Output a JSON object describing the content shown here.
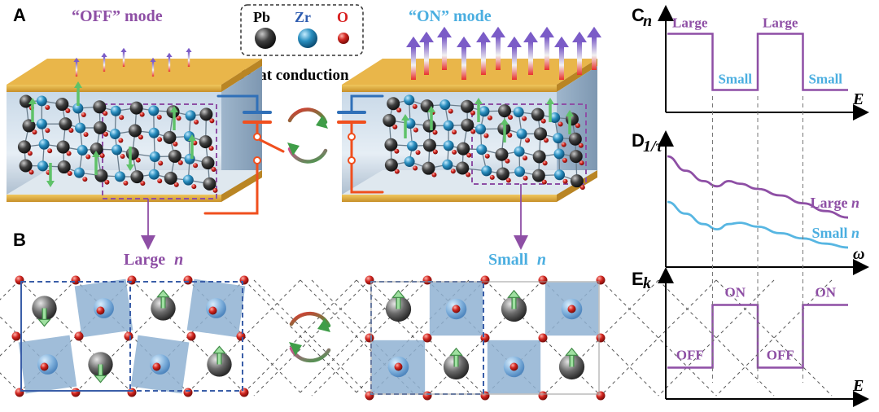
{
  "panels": {
    "A": "A",
    "B": "B",
    "C": "C",
    "D": "D",
    "E": "E"
  },
  "modes": {
    "off": "“OFF” mode",
    "on": "“ON” mode"
  },
  "legend": {
    "pb": "Pb",
    "zr": "Zr",
    "o": "O"
  },
  "heat_conduction": "Heat conduction",
  "large_n": {
    "word": "Large",
    "sym": "n"
  },
  "small_n": {
    "word": "Small",
    "sym": "n"
  },
  "colors": {
    "purple": "#8e4fa5",
    "blue_text": "#4aaee0",
    "cyan_curve": "#57b6e2",
    "red_arrow": "#e03530",
    "green_arrow": "#3f9d48",
    "gold_plate": "#d9a332",
    "cell_blue": "#8fb2d2",
    "dash_blue": "#3a5ea8",
    "wire_blue": "#3070b8",
    "wire_orange": "#f04f1e"
  },
  "chart_data": [
    {
      "panel": "C",
      "type": "line",
      "ylabel": "n",
      "xlabel": "E",
      "x": [
        0,
        1,
        1,
        2,
        2,
        3,
        3,
        4
      ],
      "values": [
        1,
        1,
        0,
        0,
        1,
        1,
        0,
        0
      ],
      "ylim": [
        -0.4,
        1.4
      ],
      "annotations": [
        "Large",
        "Small",
        "Large",
        "Small"
      ]
    },
    {
      "panel": "D",
      "type": "line",
      "ylabel": "1/τ",
      "xlabel": "ω",
      "x": [
        0,
        0.2,
        0.4,
        0.55,
        0.68,
        0.8,
        1.0,
        1.25,
        1.5,
        1.75,
        2.0
      ],
      "series": [
        {
          "name": "Large n",
          "values": [
            0.85,
            0.74,
            0.66,
            0.62,
            0.66,
            0.64,
            0.6,
            0.55,
            0.49,
            0.43,
            0.38
          ]
        },
        {
          "name": "Small n",
          "values": [
            0.5,
            0.41,
            0.33,
            0.29,
            0.33,
            0.34,
            0.31,
            0.26,
            0.22,
            0.18,
            0.15
          ]
        }
      ],
      "ylim": [
        0,
        1
      ]
    },
    {
      "panel": "E",
      "type": "line",
      "ylabel": "k",
      "xlabel": "E",
      "x": [
        0,
        1,
        1,
        2,
        2,
        3,
        3,
        4
      ],
      "values": [
        0,
        0,
        1,
        1,
        0,
        0,
        1,
        1
      ],
      "ylim": [
        -0.5,
        1.5
      ],
      "annotations": [
        "OFF",
        "ON",
        "OFF",
        "ON"
      ]
    }
  ]
}
